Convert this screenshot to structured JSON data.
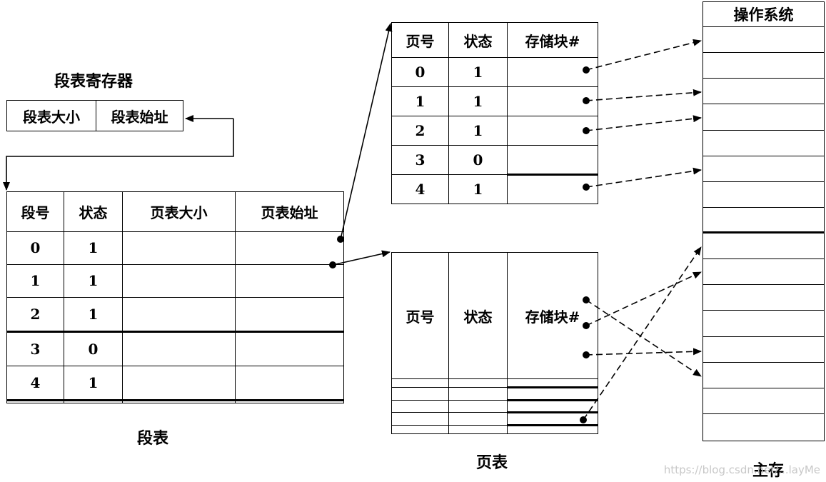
{
  "segment_register": {
    "title": "段表寄存器",
    "cells": [
      "段表大小",
      "段表始址"
    ]
  },
  "segment_table": {
    "caption": "段表",
    "headers": [
      "段号",
      "状态",
      "页表大小",
      "页表始址"
    ],
    "rows": [
      [
        "0",
        "1",
        "",
        ""
      ],
      [
        "1",
        "1",
        "",
        ""
      ],
      [
        "2",
        "1",
        "",
        ""
      ],
      [
        "3",
        "0",
        "",
        ""
      ],
      [
        "4",
        "1",
        "",
        ""
      ],
      [
        "",
        "",
        "",
        ""
      ]
    ]
  },
  "page_table_a": {
    "headers": [
      "页号",
      "状态",
      "存储块#"
    ],
    "rows": [
      [
        "0",
        "1",
        ""
      ],
      [
        "1",
        "1",
        ""
      ],
      [
        "2",
        "1",
        ""
      ],
      [
        "3",
        "0",
        ""
      ],
      [
        "4",
        "1",
        ""
      ]
    ]
  },
  "page_table_b": {
    "caption": "页表",
    "headers": [
      "页号",
      "状态",
      "存储块#"
    ],
    "rows": [
      [
        "",
        "",
        ""
      ],
      [
        "",
        "",
        ""
      ],
      [
        "",
        "",
        ""
      ],
      [
        "",
        "",
        ""
      ],
      [
        "",
        "",
        ""
      ]
    ]
  },
  "main_memory": {
    "caption": "主存",
    "os_label": "操作系统",
    "block_count": 16
  },
  "watermark": "https://blog.csdn.net/...layMe"
}
